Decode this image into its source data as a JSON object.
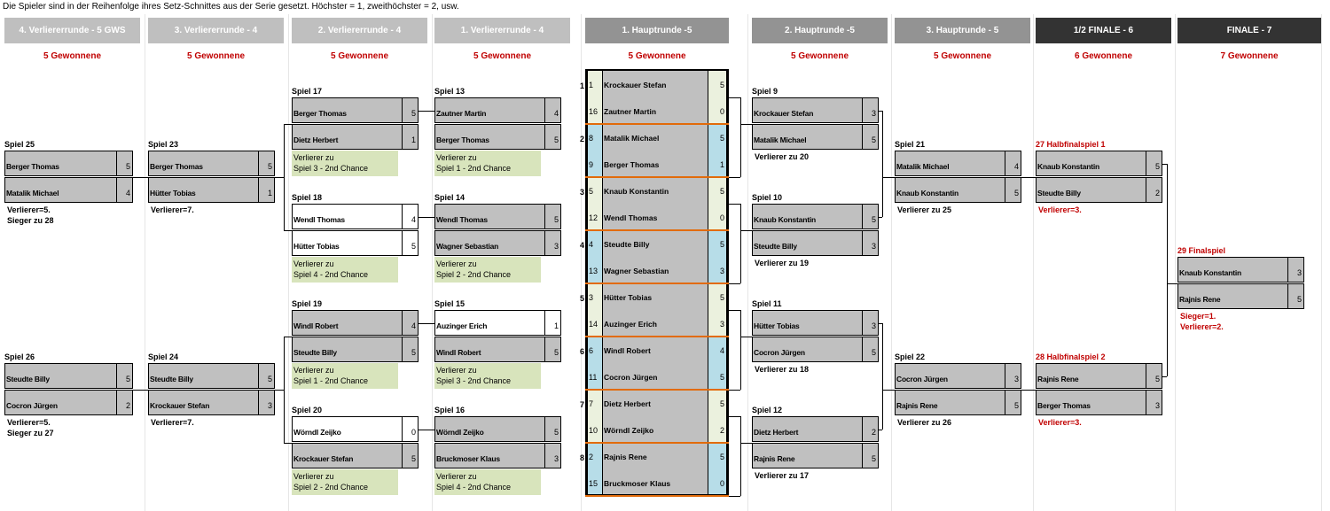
{
  "note": "Die Spieler sind in der Reihenfolge ihres Setz-Schnittes aus der Serie gesetzt. Höchster = 1, zweithöchster = 2, usw.",
  "headers": [
    "4. Verliererrunde - 5 GWS",
    "3. Verliererrunde - 4",
    "2. Verliererrunde - 4",
    "1. Verliererrunde - 4",
    "1. Hauptrunde -5",
    "2. Hauptrunde -5",
    "3. Hauptrunde - 5",
    "1/2 FINALE - 6",
    "FINALE - 7"
  ],
  "wins": [
    "5 Gewonnene",
    "5 Gewonnene",
    "5 Gewonnene",
    "5 Gewonnene",
    "5 Gewonnene",
    "5 Gewonnene",
    "5 Gewonnene",
    "6 Gewonnene",
    "7 Gewonnene"
  ],
  "colors": {
    "header_light": "#bfbfbf",
    "header_mid": "#939393",
    "header_dark": "#333333",
    "red": "#c00000",
    "cell_grey": "#c0c0c0",
    "chance_green": "#d8e4bc",
    "seed_blue": "#b7dde8",
    "seed_light": "#ebf1de",
    "orange": "#e26b0a"
  },
  "matches": {
    "s25": {
      "label": "Spiel 25",
      "p1": "Berger Thomas",
      "s1": "5",
      "p2": "Matalik Michael",
      "s2": "4",
      "info1": "Verlierer=5.",
      "info2": "Sieger zu  28"
    },
    "s26": {
      "label": "Spiel 26",
      "p1": "Steudte Billy",
      "s1": "5",
      "p2": "Cocron Jürgen",
      "s2": "2",
      "info1": "Verlierer=5.",
      "info2": "Sieger zu  27"
    },
    "s23": {
      "label": "Spiel 23",
      "p1": "Berger Thomas",
      "s1": "5",
      "p2": "Hütter Tobias",
      "s2": "1",
      "info1": "Verlierer=7."
    },
    "s24": {
      "label": "Spiel 24",
      "p1": "Steudte Billy",
      "s1": "5",
      "p2": "Krockauer Stefan",
      "s2": "3",
      "info1": "Verlierer=7."
    },
    "s17": {
      "label": "Spiel 17",
      "p1": "Berger Thomas",
      "s1": "5",
      "p2": "Dietz Herbert",
      "s2": "1",
      "c1": "Verlierer zu",
      "c2": "Spiel 3 - 2nd Chance"
    },
    "s18": {
      "label": "Spiel 18",
      "p1": "Wendl Thomas",
      "s1": "4",
      "p2": "Hütter Tobias",
      "s2": "5",
      "c1": "Verlierer zu",
      "c2": "Spiel 4 - 2nd Chance"
    },
    "s19": {
      "label": "Spiel 19",
      "p1": "Windl Robert",
      "s1": "4",
      "p2": "Steudte Billy",
      "s2": "5",
      "c1": "Verlierer zu",
      "c2": "Spiel 1 - 2nd Chance"
    },
    "s20": {
      "label": "Spiel 20",
      "p1": "Wörndl Zeijko",
      "s1": "0",
      "p2": "Krockauer Stefan",
      "s2": "5",
      "c1": "Verlierer zu",
      "c2": "Spiel 2 - 2nd Chance"
    },
    "s13": {
      "label": "Spiel 13",
      "p1": "Zautner Martin",
      "s1": "4",
      "p2": "Berger Thomas",
      "s2": "5",
      "c1": "Verlierer zu",
      "c2": "Spiel 1 - 2nd Chance"
    },
    "s14": {
      "label": "Spiel 14",
      "p1": "Wendl Thomas",
      "s1": "5",
      "p2": "Wagner Sebastian",
      "s2": "3",
      "c1": "Verlierer zu",
      "c2": "Spiel 2 - 2nd Chance"
    },
    "s15": {
      "label": "Spiel 15",
      "p1": "Auzinger Erich",
      "s1": "1",
      "p2": "Windl Robert",
      "s2": "5",
      "c1": "Verlierer zu",
      "c2": "Spiel 3 - 2nd Chance"
    },
    "s16": {
      "label": "Spiel 16",
      "p1": "Wörndl Zeijko",
      "s1": "5",
      "p2": "Bruckmoser Klaus",
      "s2": "3",
      "c1": "Verlierer zu",
      "c2": "Spiel 4 - 2nd Chance"
    },
    "s9": {
      "label": "Spiel 9",
      "p1": "Krockauer Stefan",
      "s1": "3",
      "p2": "Matalik Michael",
      "s2": "5",
      "info1": "Verlierer zu  20"
    },
    "s10": {
      "label": "Spiel 10",
      "p1": "Knaub Konstantin",
      "s1": "5",
      "p2": "Steudte Billy",
      "s2": "3",
      "info1": "Verlierer zu 19"
    },
    "s11": {
      "label": "Spiel 11",
      "p1": "Hütter Tobias",
      "s1": "3",
      "p2": "Cocron Jürgen",
      "s2": "5",
      "info1": "Verlierer zu 18"
    },
    "s12": {
      "label": "Spiel 12",
      "p1": "Dietz Herbert",
      "s1": "2",
      "p2": "Rajnis Rene",
      "s2": "5",
      "info1": "Verlierer zu  17"
    },
    "s21": {
      "label": "Spiel 21",
      "p1": "Matalik Michael",
      "s1": "4",
      "p2": "Knaub Konstantin",
      "s2": "5",
      "info1": "Verlierer zu  25"
    },
    "s22": {
      "label": "Spiel 22",
      "p1": "Cocron Jürgen",
      "s1": "3",
      "p2": "Rajnis Rene",
      "s2": "5",
      "info1": "Verlierer zu  26"
    },
    "s27": {
      "label": "27 Halbfinalspiel 1",
      "p1": "Knaub Konstantin",
      "s1": "5",
      "p2": "Steudte Billy",
      "s2": "2",
      "info1": "Verlierer=3."
    },
    "s28": {
      "label": "28 Halbfinalspiel 2",
      "p1": "Rajnis Rene",
      "s1": "5",
      "p2": "Berger Thomas",
      "s2": "3",
      "info1": "Verlierer=3."
    },
    "s29": {
      "label": "29 Finalspiel",
      "p1": "Knaub Konstantin",
      "s1": "3",
      "p2": "Rajnis Rene",
      "s2": "5",
      "info1": "Sieger=1.",
      "info2": "Verlierer=2."
    }
  },
  "main_round": [
    {
      "num": "1",
      "seed": "1",
      "name": "Krockauer Stefan",
      "score": "5"
    },
    {
      "seed": "16",
      "name": "Zautner Martin",
      "score": "0"
    },
    {
      "num": "2",
      "seed": "8",
      "name": "Matalik Michael",
      "score": "5"
    },
    {
      "seed": "9",
      "name": "Berger Thomas",
      "score": "1"
    },
    {
      "num": "3",
      "seed": "5",
      "name": "Knaub Konstantin",
      "score": "5"
    },
    {
      "seed": "12",
      "name": "Wendl Thomas",
      "score": "0"
    },
    {
      "num": "4",
      "seed": "4",
      "name": "Steudte Billy",
      "score": "5"
    },
    {
      "seed": "13",
      "name": "Wagner Sebastian",
      "score": "3"
    },
    {
      "num": "5",
      "seed": "3",
      "name": "Hütter Tobias",
      "score": "5"
    },
    {
      "seed": "14",
      "name": "Auzinger Erich",
      "score": "3"
    },
    {
      "num": "6",
      "seed": "6",
      "name": "Windl Robert",
      "score": "4"
    },
    {
      "seed": "11",
      "name": "Cocron Jürgen",
      "score": "5"
    },
    {
      "num": "7",
      "seed": "7",
      "name": "Dietz Herbert",
      "score": "5"
    },
    {
      "seed": "10",
      "name": "Wörndl Zeijko",
      "score": "2"
    },
    {
      "num": "8",
      "seed": "2",
      "name": "Rajnis Rene",
      "score": "5"
    },
    {
      "seed": "15",
      "name": "Bruckmoser Klaus",
      "score": "0"
    }
  ]
}
